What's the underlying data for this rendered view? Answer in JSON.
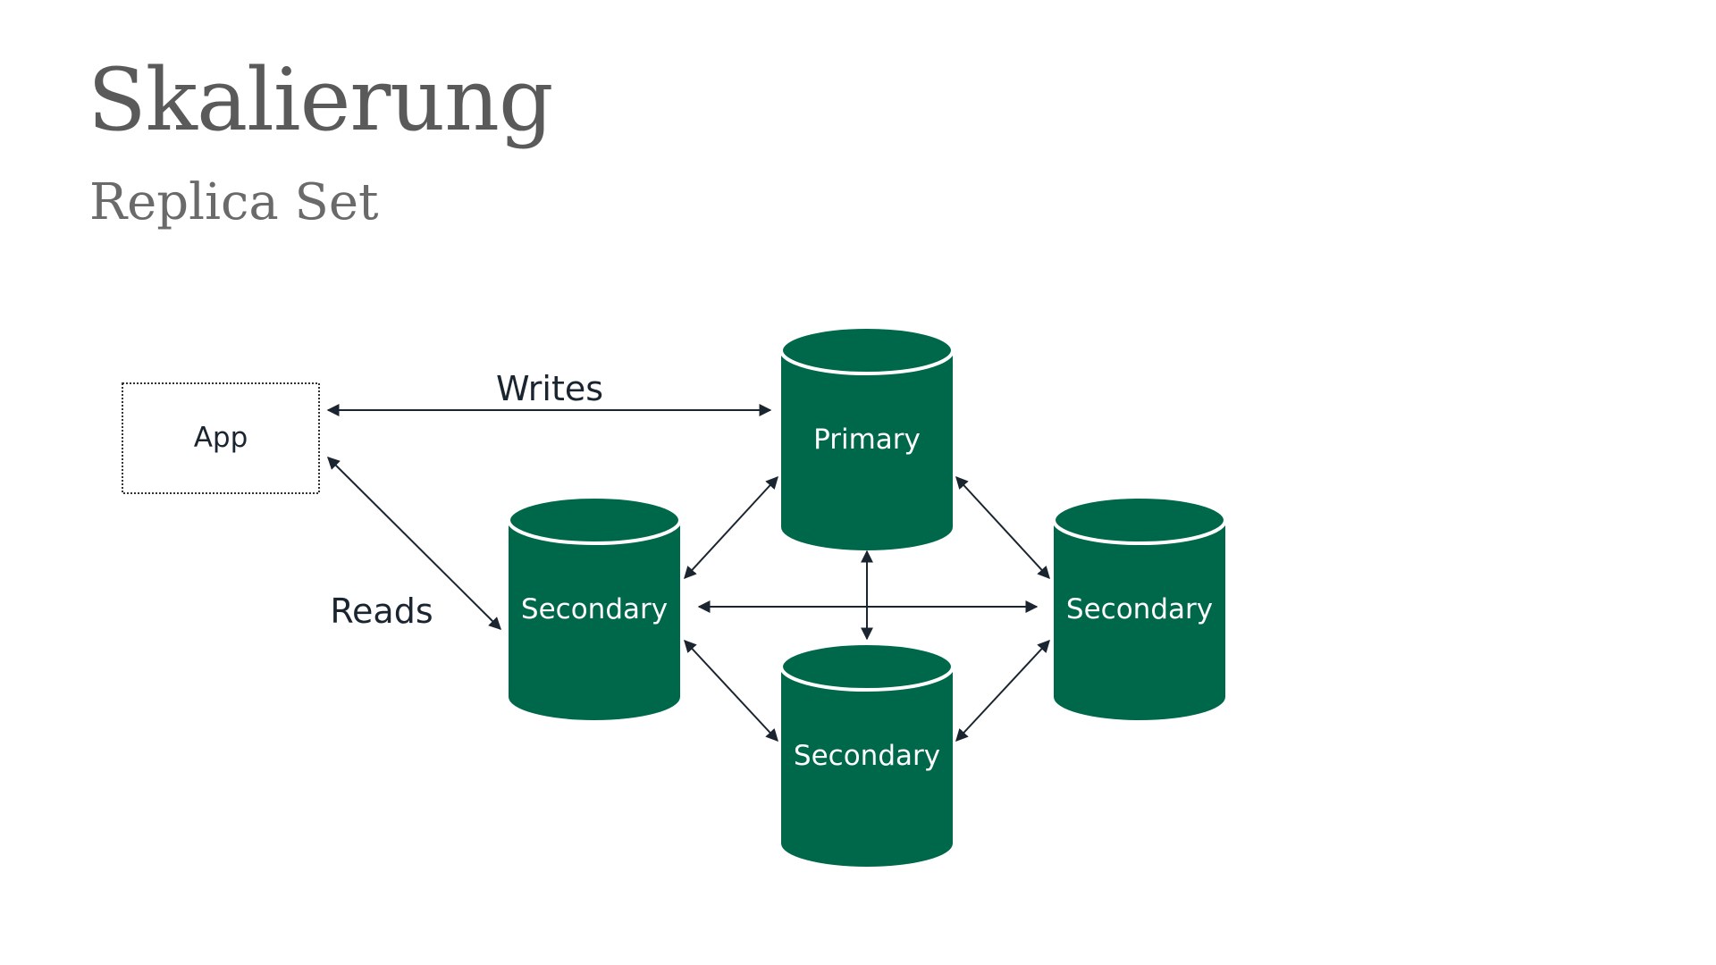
{
  "slide": {
    "title": "Skalierung",
    "subtitle": "Replica Set"
  },
  "diagram": {
    "app_label": "App",
    "primary_label": "Primary",
    "secondary_left_label": "Secondary",
    "secondary_right_label": "Secondary",
    "secondary_bottom_label": "Secondary",
    "writes_label": "Writes",
    "reads_label": "Reads"
  },
  "colors": {
    "node_fill": "#00684a",
    "arrow": "#1b2530",
    "title": "#5a5a5a"
  }
}
